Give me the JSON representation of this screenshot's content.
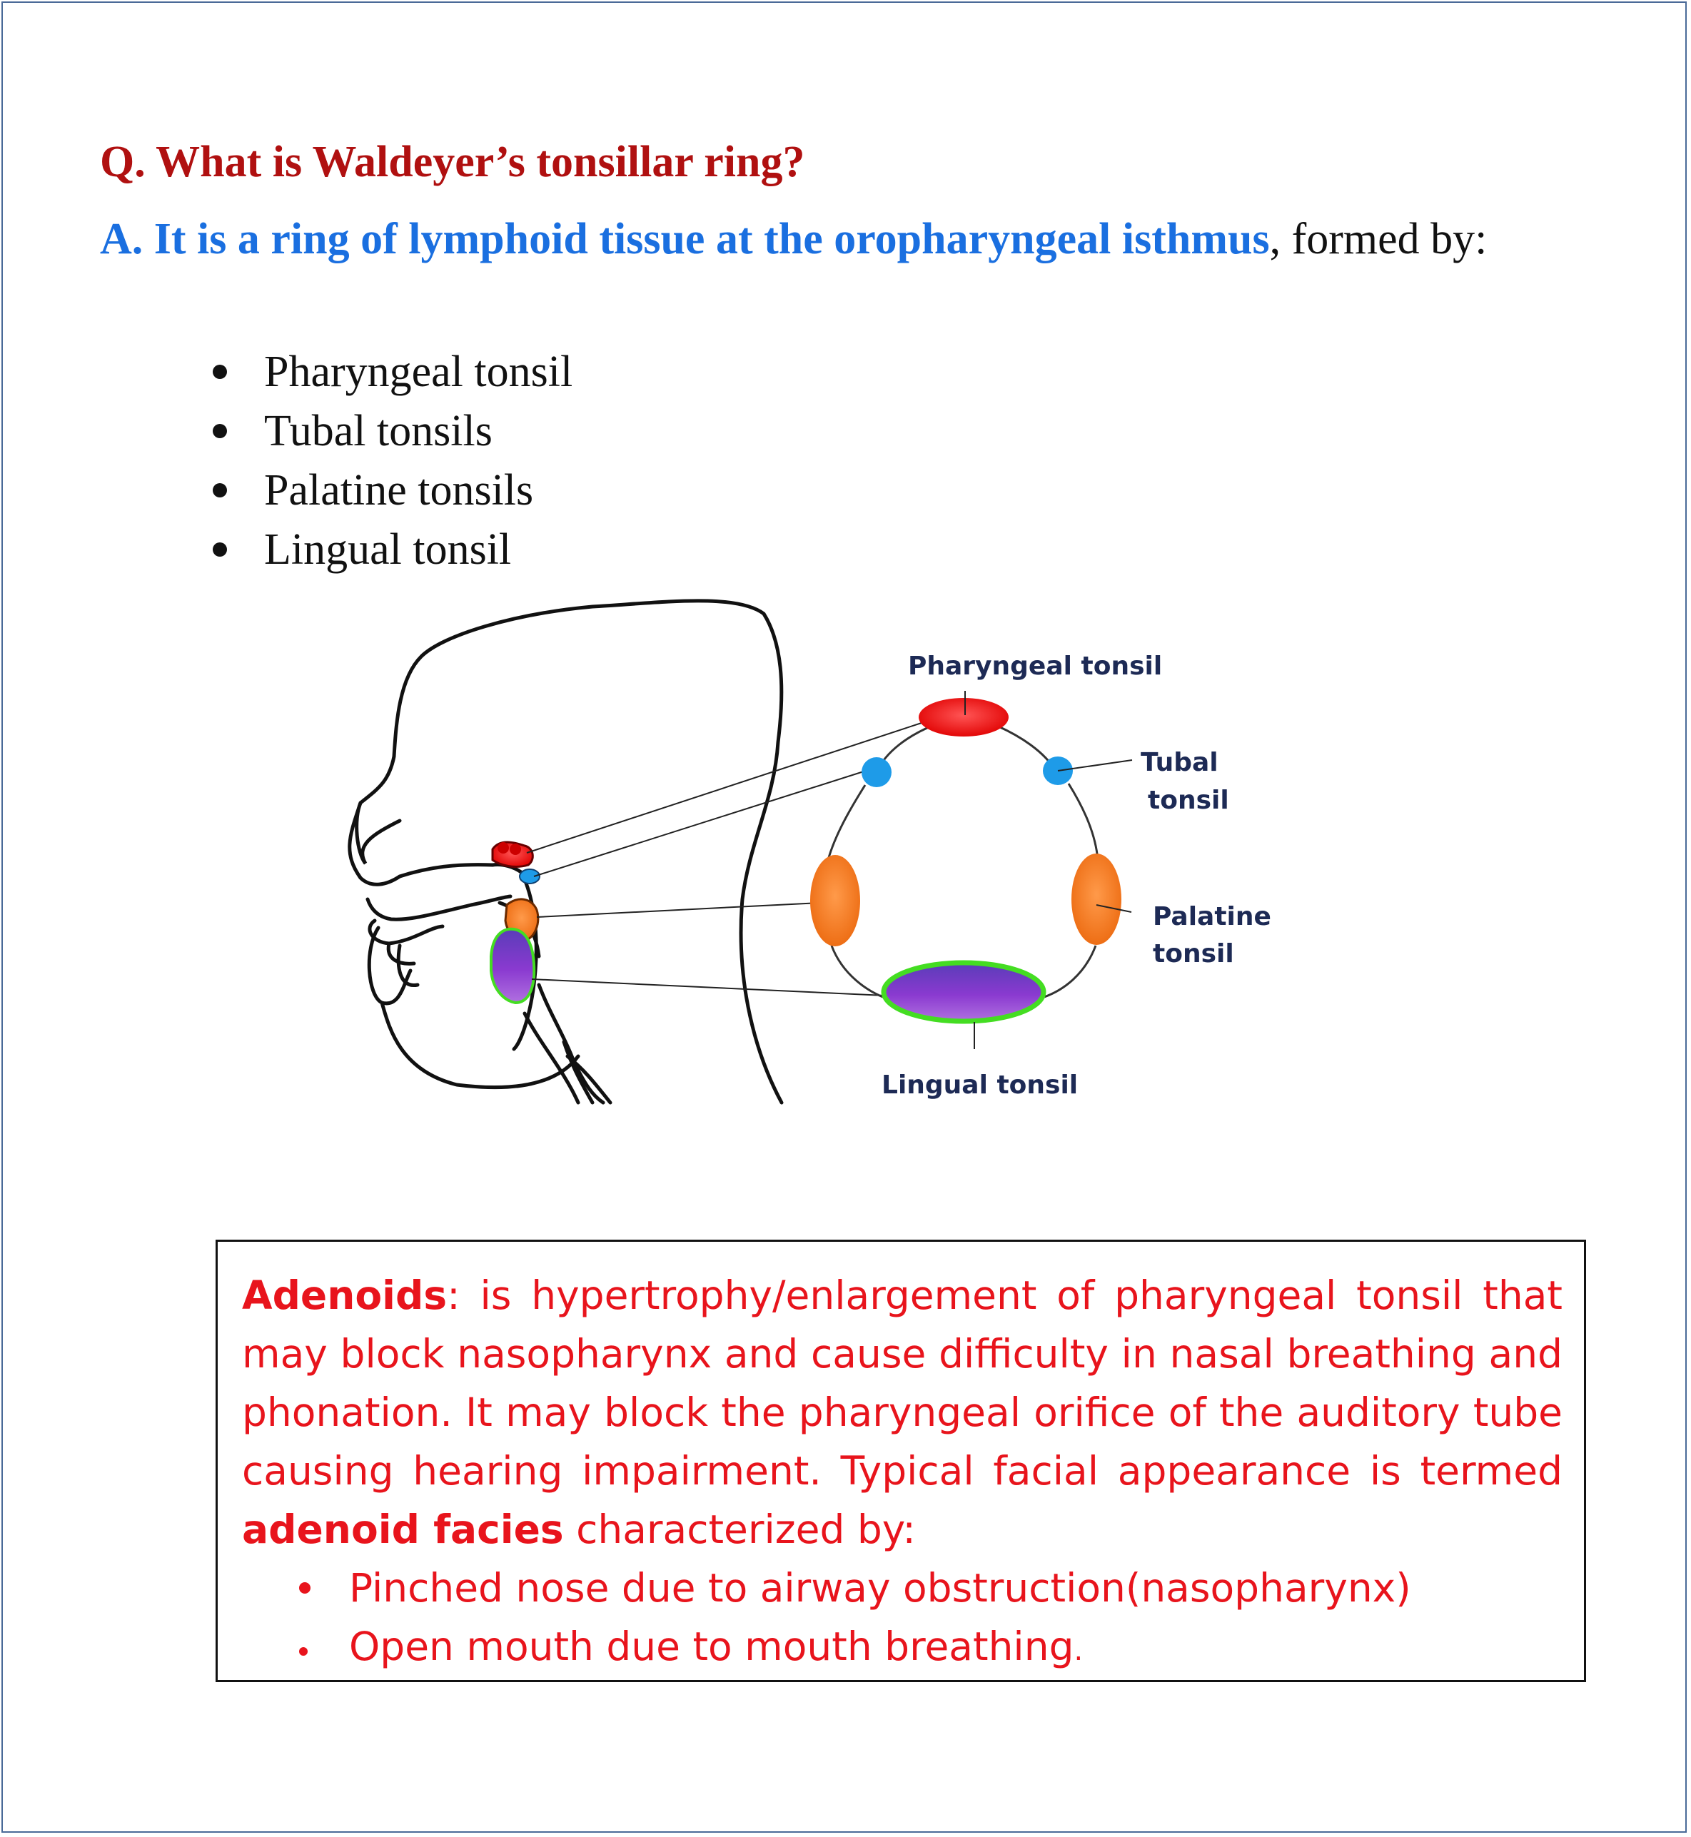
{
  "question": "Q.  What is Waldeyer’s tonsillar ring?",
  "answer": {
    "lead": "A. It is a ring of lymphoid tissue at the oropharyngeal isthmus",
    "rest": ", formed by:"
  },
  "formed_by": [
    "Pharyngeal tonsil",
    "Tubal tonsils",
    "Palatine tonsils",
    "Lingual tonsil"
  ],
  "diagram": {
    "labels": {
      "pharyngeal": "Pharyngeal tonsil",
      "tubal_1": "Tubal",
      "tubal_2": "tonsil",
      "palatine_1": "Palatine",
      "palatine_2": "tonsil",
      "lingual": "Lingual tonsil"
    },
    "colors": {
      "pharyngeal": "#ee1111",
      "tubal": "#1e9be8",
      "palatine": "#f07820",
      "lingual": "#7a2fb0",
      "lingual_border": "#44dd22",
      "label_text": "#1d2a55"
    }
  },
  "note": {
    "term": "Adenoids",
    "sep": ":",
    "text1": " is hypertrophy/enlargement of pharyngeal tonsil that may block nasopharynx and cause difficulty in nasal breathing and phonation. It may block the pharyngeal orifice of the auditory tube causing hearing   impairment.  Typical facial appearance is termed ",
    "term2": "adenoid facies",
    "text2": " characterized by:",
    "bullets": [
      "Pinched nose due to airway obstruction(nasopharynx)",
      "Open mouth due to mouth breathing"
    ],
    "trailing": ".",
    "text_color": "#e8141c"
  }
}
